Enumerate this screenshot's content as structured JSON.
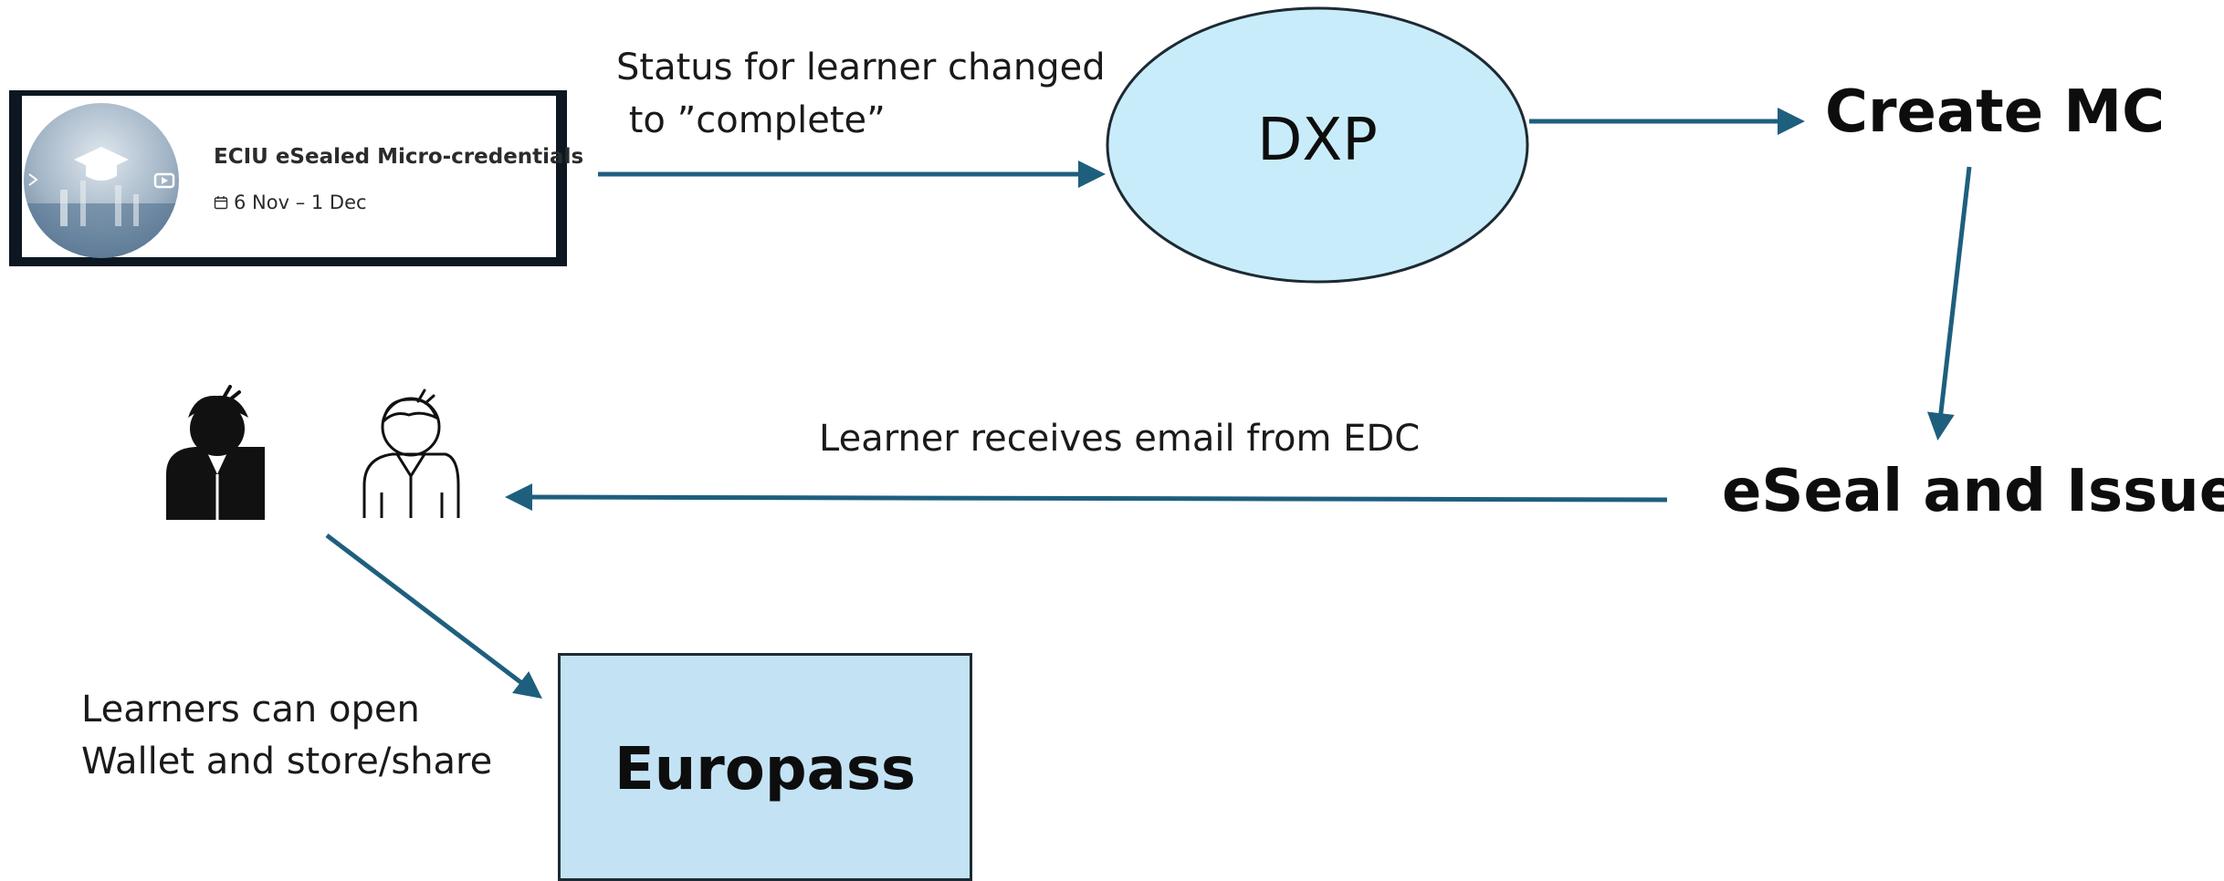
{
  "course_card": {
    "title": "ECIU eSealed Micro-credentials",
    "date": "6 Nov – 1 Dec",
    "icons": [
      "graduation-cap-icon",
      "video-play-icon",
      "calendar-icon"
    ]
  },
  "edges": {
    "status_line1": "Status for learner changed",
    "status_line2": " to ”complete”",
    "email_label": "Learner receives email from EDC",
    "wallet_line1": "Learners can open",
    "wallet_line2": "Wallet and store/share"
  },
  "nodes": {
    "dxp": "DXP",
    "create_mc": "Create MC",
    "eseal_issue": "eSeal and Issue",
    "europass": "Europass"
  },
  "learner_icons": [
    "learner-filled-icon",
    "learner-outline-icon"
  ],
  "colors": {
    "arrow": "#1e5f7e",
    "dxp_fill": "#c9ecfa",
    "europass_fill": "#c3e3f4",
    "outline": "#1d2a33"
  }
}
